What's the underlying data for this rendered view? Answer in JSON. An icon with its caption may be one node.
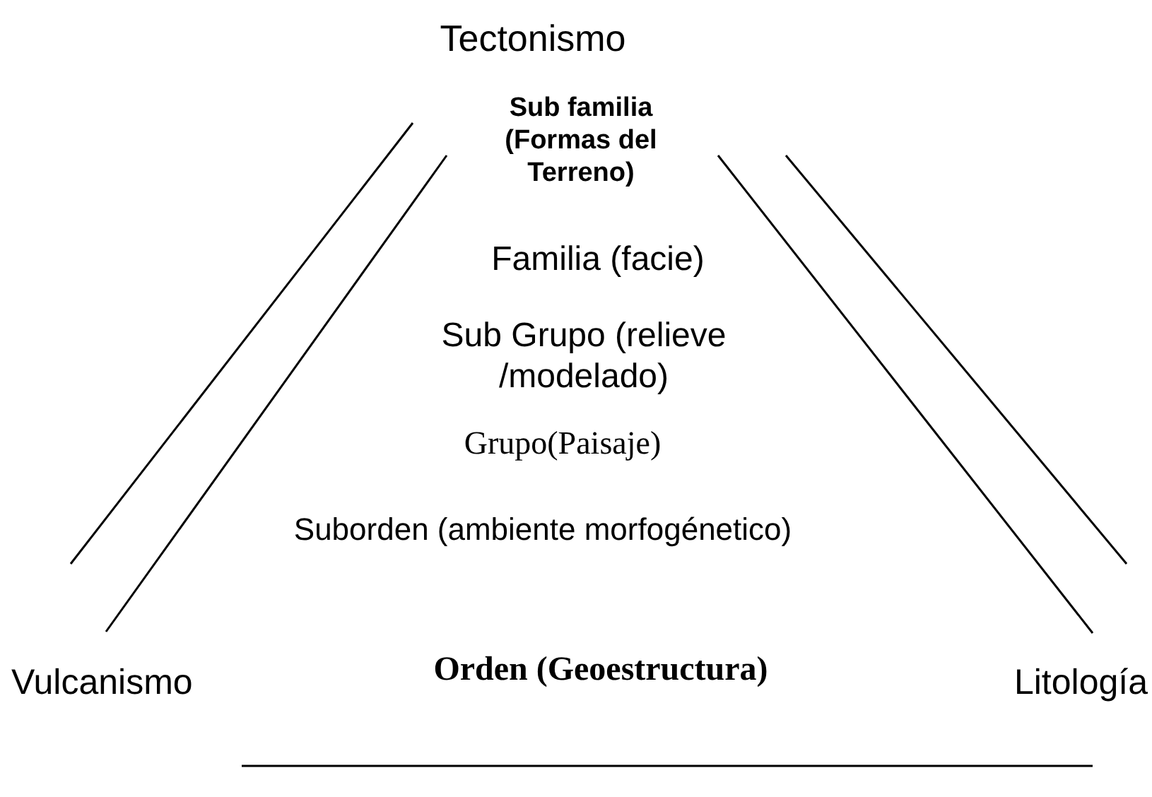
{
  "diagram": {
    "labels": [
      "Tectonismo",
      "Sub familia (Formas del Terreno)",
      "Familia (facie)",
      "Sub Grupo (relieve /modelado)",
      "Grupo(Paisaje)",
      "Suborden (ambiente morfogénetico)",
      "Vulcanismo",
      "Orden (Geoestructura)",
      "Litología"
    ]
  }
}
